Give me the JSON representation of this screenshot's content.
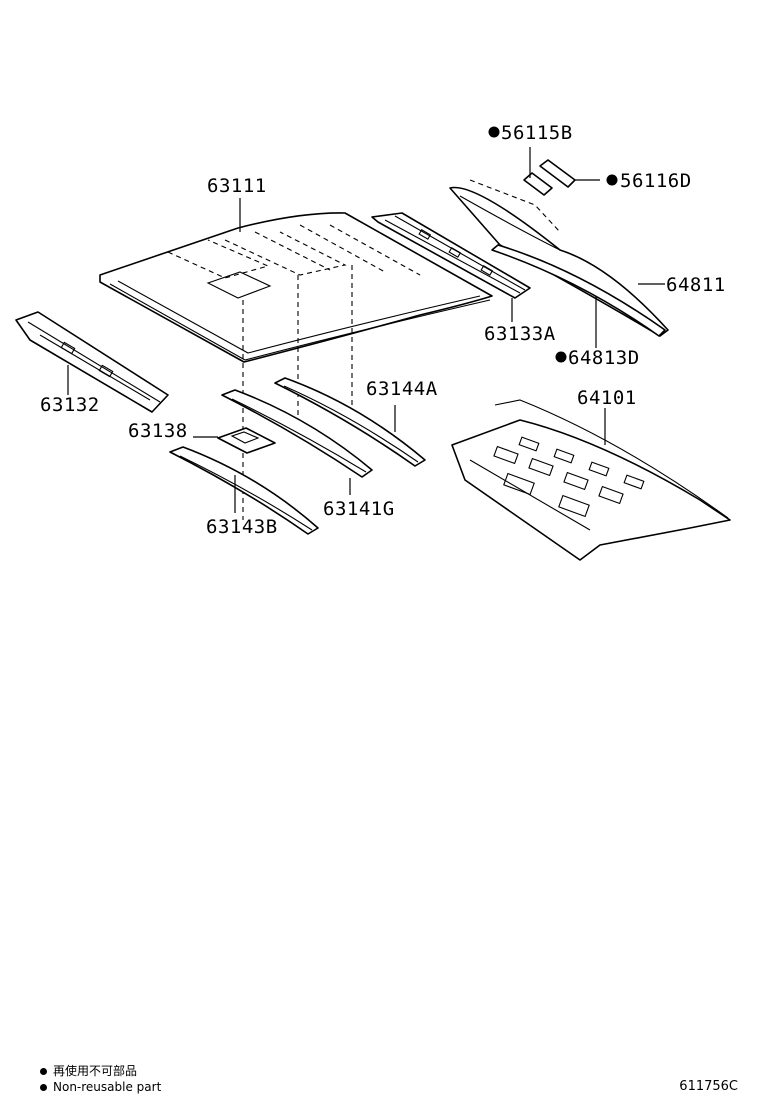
{
  "parts": {
    "p56115B": "56115B",
    "p56116D": "56116D",
    "p63111": "63111",
    "p64811": "64811",
    "p63133A": "63133A",
    "p64813D": "64813D",
    "p63132": "63132",
    "p63144A": "63144A",
    "p64101": "64101",
    "p63138": "63138",
    "p63141G": "63141G",
    "p63143B": "63143B"
  },
  "legend": {
    "jp": "再使用不可部品",
    "en": "Non-reusable part",
    "marker": "non-reusable-dot"
  },
  "diagram_id": "611756C"
}
